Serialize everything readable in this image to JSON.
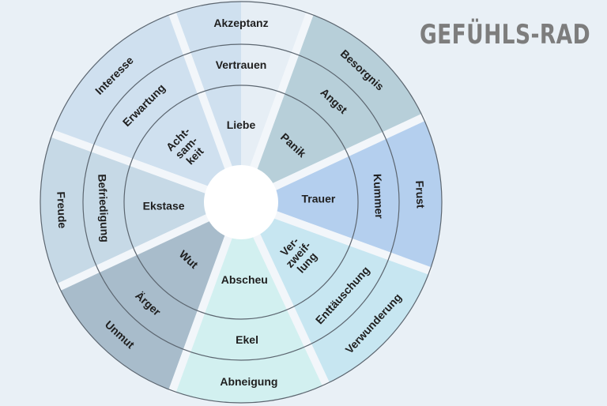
{
  "title": "GEFÜHLS-RAD",
  "colors": {
    "background": "#e9f0f6",
    "title": "#7d7d7d",
    "ring_line": "#5c6670",
    "gap": "#f2f6fa"
  },
  "segments": [
    {
      "id": "top",
      "color": "#e6eef5",
      "inner": "Liebe",
      "middle": "Vertrauen",
      "outer": "Akzeptanz"
    },
    {
      "id": "top-right",
      "color": "#b7cfd9",
      "inner": "Panik",
      "middle": "Angst",
      "outer": "Besorgnis"
    },
    {
      "id": "right",
      "color": "#b4cfee",
      "inner": "Trauer",
      "middle": "Kummer",
      "outer": "Frust"
    },
    {
      "id": "bottom-right",
      "color": "#c7e6f1",
      "inner": [
        "Ver-",
        "zweif-",
        "lung"
      ],
      "middle": "Enttäuschung",
      "outer": "Verwunderung"
    },
    {
      "id": "bottom",
      "color": "#d2f0f0",
      "inner": "Abscheu",
      "middle": "Ekel",
      "outer": "Abneigung"
    },
    {
      "id": "bottom-left",
      "color": "#a8bccb",
      "inner": "Wut",
      "middle": "Ärger",
      "outer": "Unmut"
    },
    {
      "id": "left",
      "color": "#c6d9e6",
      "inner": "Ekstase",
      "middle": "Befriedigung",
      "outer": "Freude"
    },
    {
      "id": "top-left",
      "color": "#cfe0ef",
      "inner": [
        "Acht-",
        "sam-",
        "keit"
      ],
      "middle": "Erwartung",
      "outer": "Interesse"
    }
  ]
}
